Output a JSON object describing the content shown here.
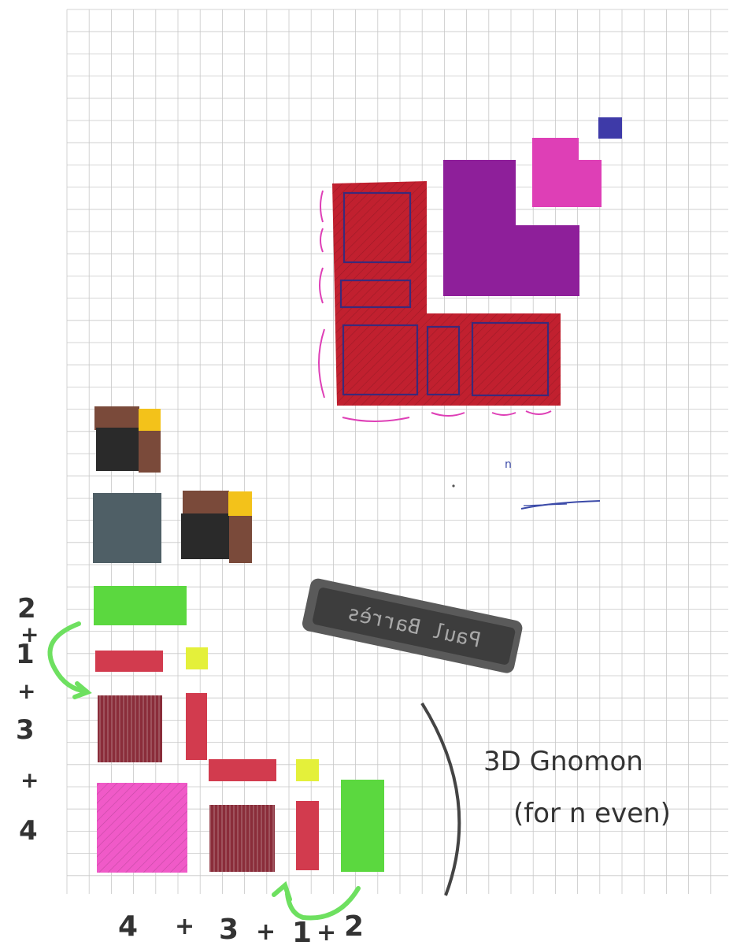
{
  "colors": {
    "paper": "#ffffff",
    "grid": "#c8c8c8",
    "crimson": "#c1202f",
    "purple": "#8e1f9a",
    "magenta": "#de3fb6",
    "navy": "#3e3aa8",
    "brown": "#7a4a3a",
    "charcoal": "#2a2a2a",
    "slate": "#4f5f66",
    "amber": "#f3c21a",
    "green": "#5bd83f",
    "lime": "#e4f03a",
    "red": "#d23b4e",
    "maroon": "#8a2d3a",
    "pink": "#f05ac8",
    "ink": "#333333",
    "pen_blue": "#3b4aa8"
  },
  "title": {
    "line1": "3D Gnomon",
    "line2": "(for n even)"
  },
  "left_sum": [
    "2",
    "+",
    "1",
    "+",
    "3",
    "+",
    "4"
  ],
  "bottom_sum": [
    "4",
    "+",
    "3",
    "+",
    "1",
    "+",
    "2"
  ],
  "pen_note": "n",
  "stamp_text": "Paul Barrès"
}
